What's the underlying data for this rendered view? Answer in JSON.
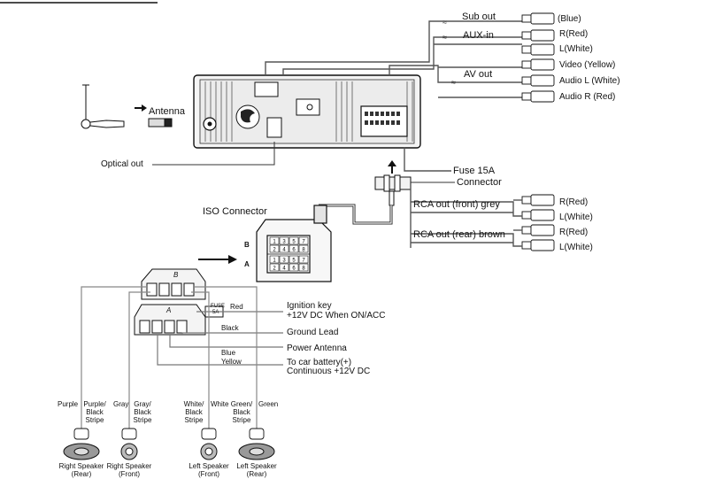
{
  "unit_connectors": {
    "sub_out": "Sub out",
    "sub_out_blue": "(Blue)",
    "aux_in": "AUX-in",
    "aux_r": "R(Red)",
    "aux_l": "L(White)",
    "av_out": "AV out",
    "video": "Video (Yellow)",
    "audio_l": "Audio L (White)",
    "audio_r": "Audio R (Red)",
    "antenna": "Antenna",
    "optical_out": "Optical out",
    "fuse": "Fuse 15A",
    "connector": "Connector"
  },
  "rca_outputs": {
    "front": "RCA out (front) grey",
    "front_r": "R(Red)",
    "front_l": "L(White)",
    "rear": "RCA out (rear) brown",
    "rear_r": "R(Red)",
    "rear_l": "L(White)"
  },
  "iso": {
    "title": "ISO Connector",
    "row_b": "B",
    "row_a": "A",
    "block_b_letter": "B",
    "block_a_letter": "A",
    "fuse_label": "FUSE",
    "fuse_rating": "5A"
  },
  "power_wires": {
    "red": "Red",
    "ignition_1": "Ignition key",
    "ignition_2": "+12V DC When ON/ACC",
    "black": "Black",
    "ground": "Ground Lead",
    "blue": "Blue",
    "power_antenna": "Power Antenna",
    "yellow": "Yellow",
    "battery_1": "To car battery(+)",
    "battery_2": "Continuous +12V DC"
  },
  "speaker_wires": {
    "purple": "Purple",
    "purple_black_1": "Purple/",
    "purple_black_2": "Black",
    "purple_black_3": "Stripe",
    "gray": "Gray",
    "gray_black_1": "Gray/",
    "gray_black_2": "Black",
    "gray_black_3": "Stripe",
    "white_black_1": "White/",
    "white_black_2": "Black",
    "white_black_3": "Stripe",
    "white": "White",
    "green_black_1": "Green/",
    "green_black_2": "Black",
    "green_black_3": "Stripe",
    "green": "Green"
  },
  "speakers": {
    "right_rear_1": "Right Speaker",
    "right_rear_2": "(Rear)",
    "right_front_1": "Right Speaker",
    "right_front_2": "(Front)",
    "left_front_1": "Left Speaker",
    "left_front_2": "(Front)",
    "left_rear_1": "Left Speaker",
    "left_rear_2": "(Rear)"
  },
  "iso_pins": [
    "1",
    "3",
    "5",
    "7",
    "2",
    "4",
    "6",
    "8",
    "1",
    "3",
    "5",
    "7",
    "2",
    "4",
    "6",
    "8"
  ],
  "colors": {
    "ink": "#111111",
    "line": "#444444",
    "fill": "#e6e6e6"
  }
}
